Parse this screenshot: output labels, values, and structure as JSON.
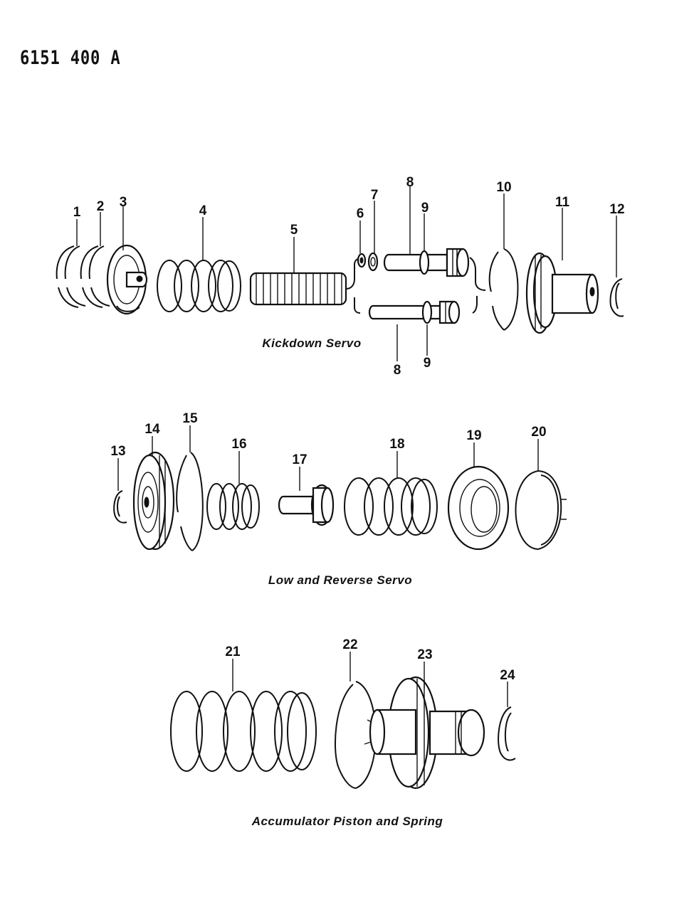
{
  "header": {
    "code": "6151 400 A"
  },
  "groups": [
    {
      "caption": "Kickdown Servo"
    },
    {
      "caption": "Low and Reverse Servo"
    },
    {
      "caption": "Accumulator Piston and Spring"
    }
  ],
  "callouts": {
    "c1": "1",
    "c2": "2",
    "c3": "3",
    "c4": "4",
    "c5": "5",
    "c6": "6",
    "c7": "7",
    "c8a": "8",
    "c9a": "9",
    "c8b": "8",
    "c9b": "9",
    "c10": "10",
    "c11": "11",
    "c12": "12",
    "c13": "13",
    "c14": "14",
    "c15": "15",
    "c16": "16",
    "c17": "17",
    "c18": "18",
    "c19": "19",
    "c20": "20",
    "c21": "21",
    "c22": "22",
    "c23": "23",
    "c24": "24"
  }
}
